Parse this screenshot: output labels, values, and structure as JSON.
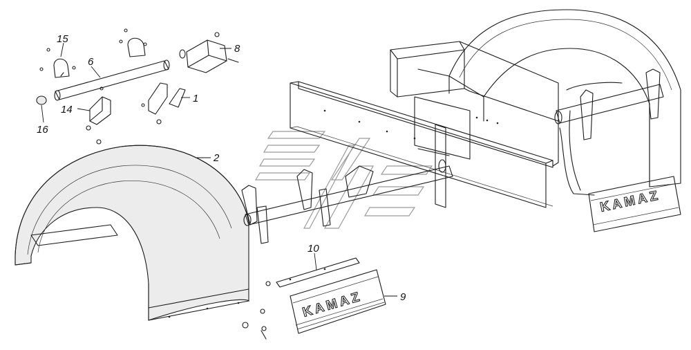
{
  "callouts": [
    {
      "id": "c1",
      "text": "1"
    },
    {
      "id": "c2",
      "text": "2"
    },
    {
      "id": "c6",
      "text": "6"
    },
    {
      "id": "c8",
      "text": "8"
    },
    {
      "id": "c9",
      "text": "9"
    },
    {
      "id": "c10",
      "text": "10"
    },
    {
      "id": "c14",
      "text": "14"
    },
    {
      "id": "c15",
      "text": "15"
    },
    {
      "id": "c16",
      "text": "16"
    }
  ],
  "mudflap_brand": "KAMAZ",
  "colors": {
    "line": "#1a1a1a",
    "watermark": "#9a9a9a",
    "background": "#ffffff"
  }
}
